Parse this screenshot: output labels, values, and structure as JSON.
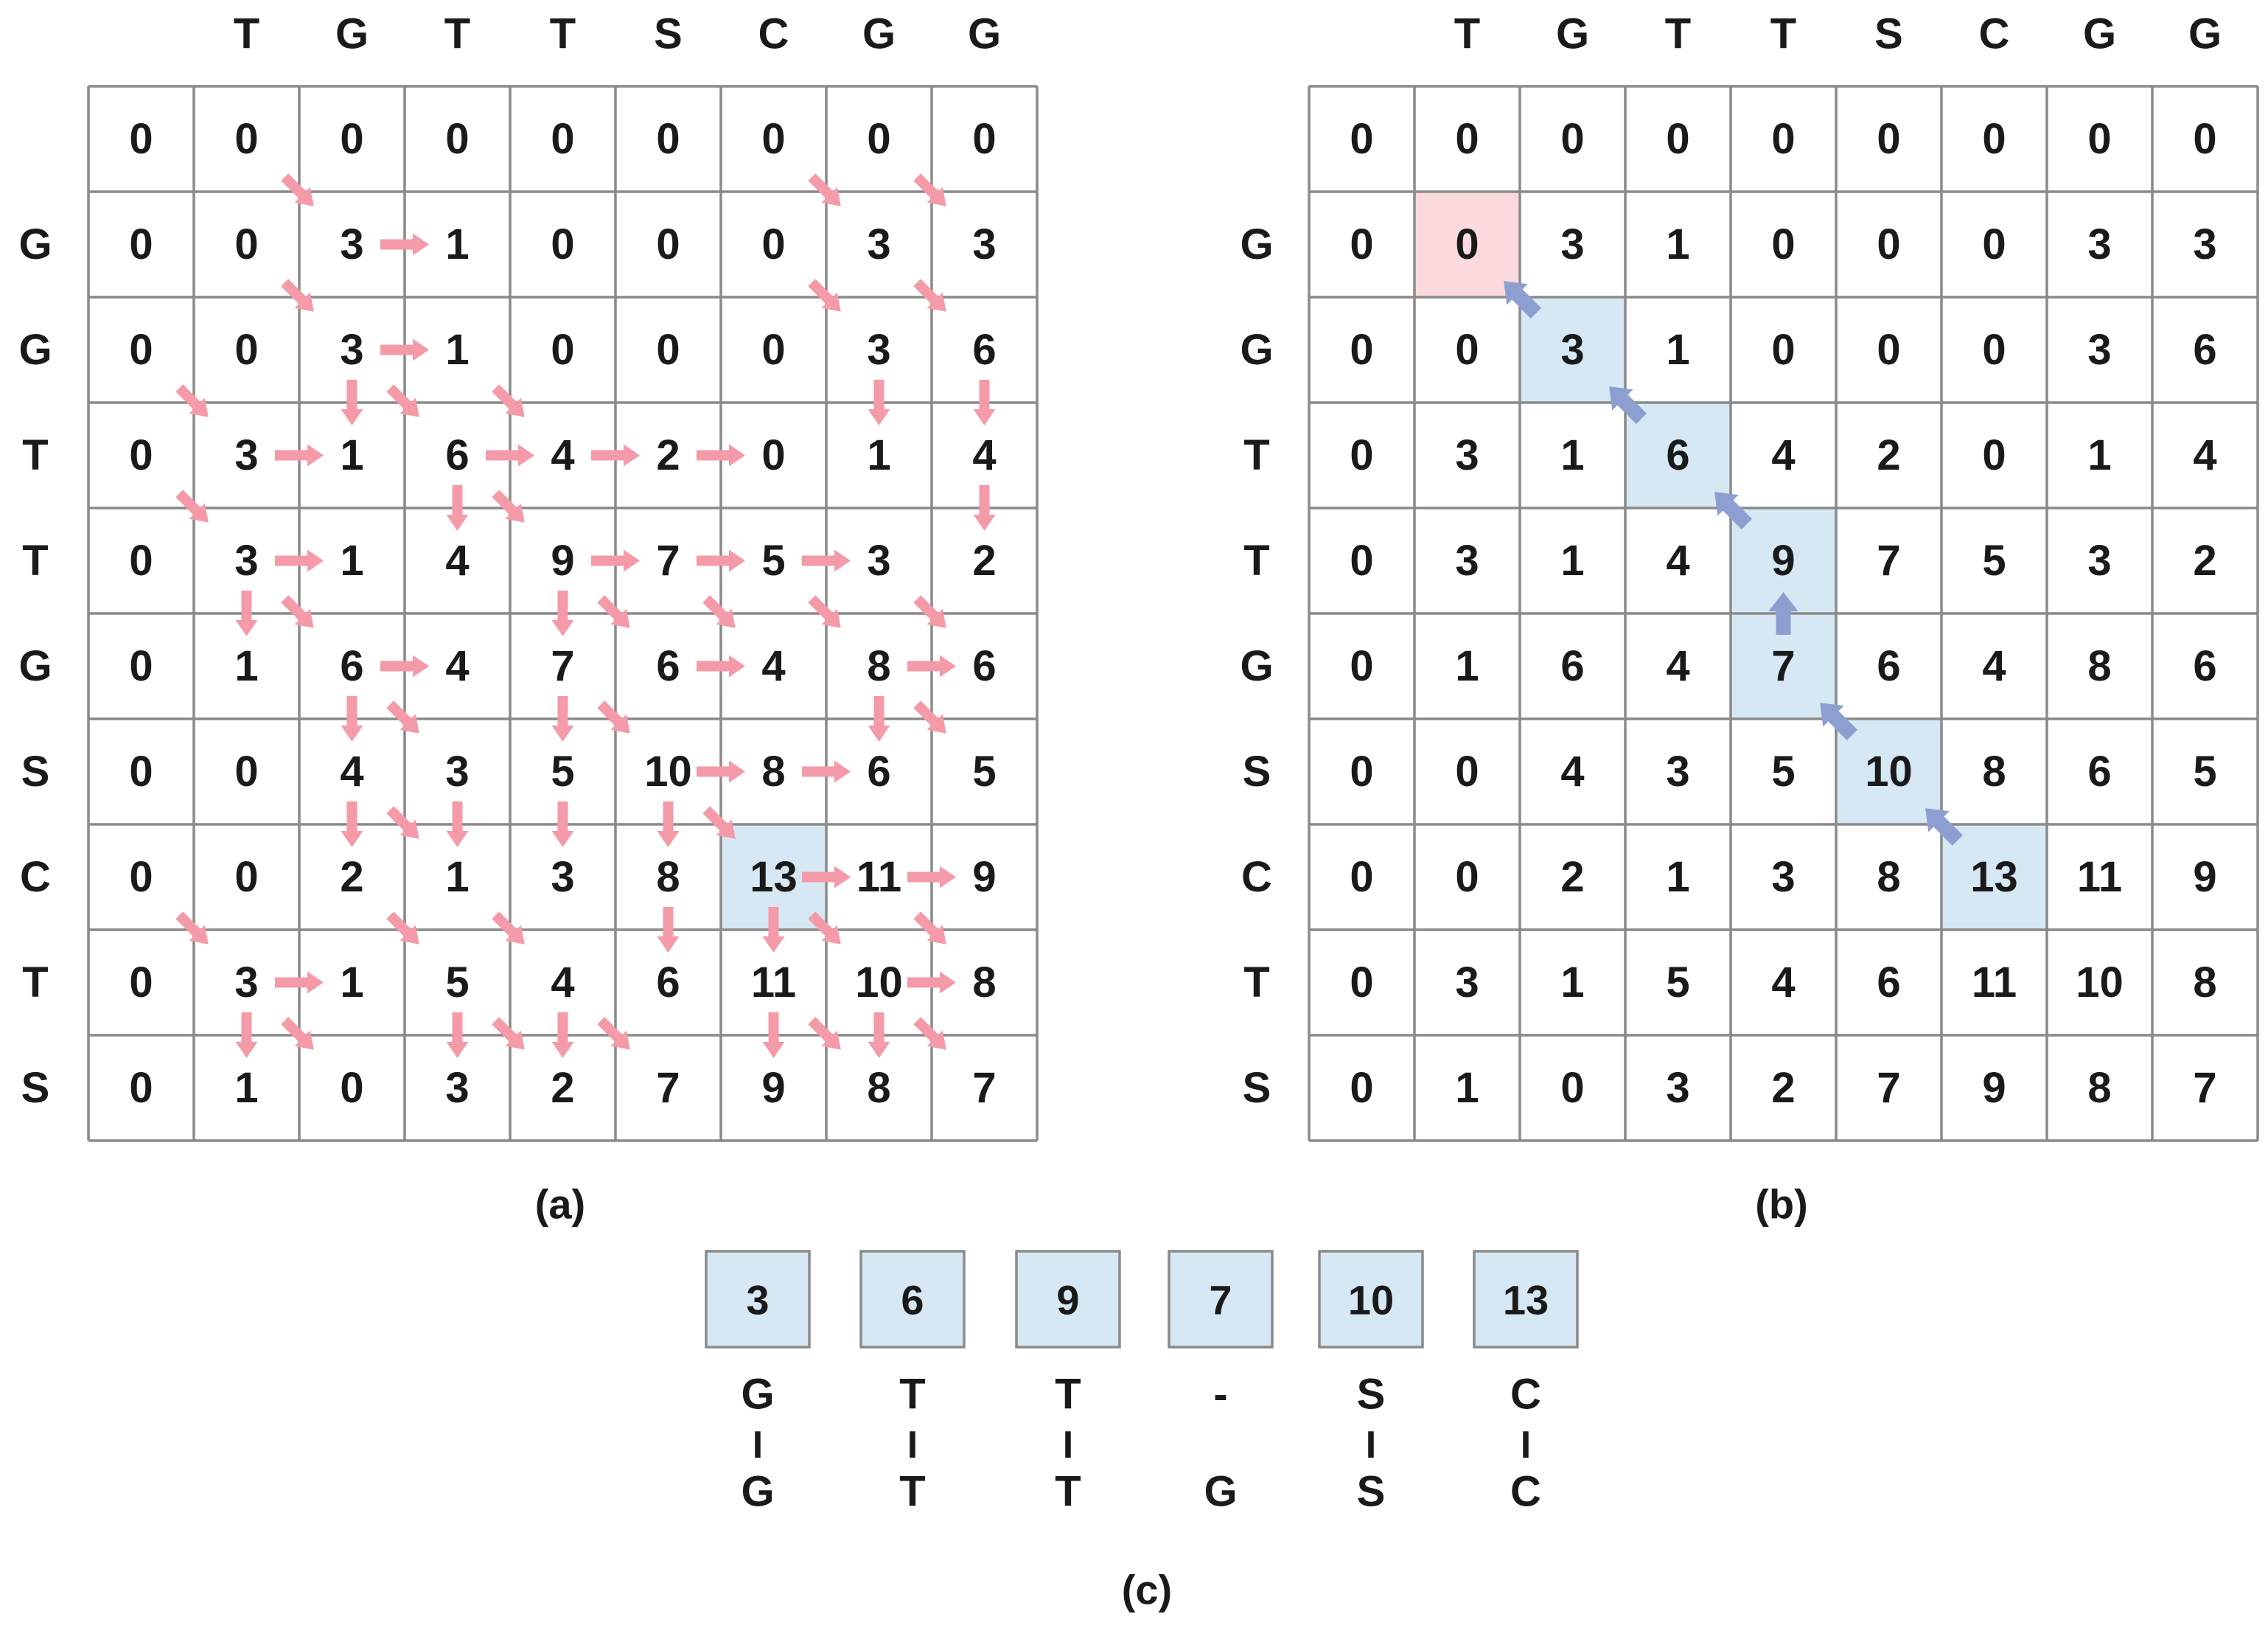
{
  "figure": {
    "panels": [
      {
        "id": "a",
        "caption": "(a)",
        "col_header": [
          "T",
          "G",
          "T",
          "T",
          "S",
          "C",
          "G",
          "G"
        ],
        "row_header": [
          "",
          "G",
          "G",
          "T",
          "T",
          "G",
          "S",
          "C",
          "T",
          "S"
        ],
        "matrix": [
          [
            0,
            0,
            0,
            0,
            0,
            0,
            0,
            0,
            0
          ],
          [
            0,
            0,
            3,
            1,
            0,
            0,
            0,
            3,
            3
          ],
          [
            0,
            0,
            3,
            1,
            0,
            0,
            0,
            3,
            6
          ],
          [
            0,
            3,
            1,
            6,
            4,
            2,
            0,
            1,
            4
          ],
          [
            0,
            3,
            1,
            4,
            9,
            7,
            5,
            3,
            2
          ],
          [
            0,
            1,
            6,
            4,
            7,
            6,
            4,
            8,
            6
          ],
          [
            0,
            0,
            4,
            3,
            5,
            10,
            8,
            6,
            5
          ],
          [
            0,
            0,
            2,
            1,
            3,
            8,
            13,
            11,
            9
          ],
          [
            0,
            3,
            1,
            5,
            4,
            6,
            11,
            10,
            8
          ],
          [
            0,
            1,
            0,
            3,
            2,
            7,
            9,
            8,
            7
          ]
        ],
        "highlight_cells": [
          [
            7,
            6
          ]
        ],
        "highlight_color": "#d6e8f4",
        "arrow_color": "#f49aa8",
        "traceback_arrows": [
          {
            "cell": [
              1,
              2
            ],
            "dir": "diag"
          },
          {
            "cell": [
              1,
              7
            ],
            "dir": "diag"
          },
          {
            "cell": [
              1,
              8
            ],
            "dir": "diag"
          },
          {
            "cell": [
              1,
              3
            ],
            "dir": "left"
          },
          {
            "cell": [
              2,
              2
            ],
            "dir": "diag"
          },
          {
            "cell": [
              2,
              7
            ],
            "dir": "diag"
          },
          {
            "cell": [
              2,
              8
            ],
            "dir": "diag"
          },
          {
            "cell": [
              2,
              3
            ],
            "dir": "left"
          },
          {
            "cell": [
              3,
              1
            ],
            "dir": "diag"
          },
          {
            "cell": [
              3,
              3
            ],
            "dir": "diag"
          },
          {
            "cell": [
              3,
              4
            ],
            "dir": "diag"
          },
          {
            "cell": [
              3,
              2
            ],
            "dir": "up"
          },
          {
            "cell": [
              3,
              7
            ],
            "dir": "up"
          },
          {
            "cell": [
              3,
              8
            ],
            "dir": "up"
          },
          {
            "cell": [
              3,
              2
            ],
            "dir": "left"
          },
          {
            "cell": [
              3,
              4
            ],
            "dir": "left"
          },
          {
            "cell": [
              3,
              5
            ],
            "dir": "left"
          },
          {
            "cell": [
              3,
              6
            ],
            "dir": "left"
          },
          {
            "cell": [
              4,
              1
            ],
            "dir": "diag"
          },
          {
            "cell": [
              4,
              4
            ],
            "dir": "diag"
          },
          {
            "cell": [
              4,
              3
            ],
            "dir": "up"
          },
          {
            "cell": [
              4,
              8
            ],
            "dir": "up"
          },
          {
            "cell": [
              4,
              2
            ],
            "dir": "left"
          },
          {
            "cell": [
              4,
              5
            ],
            "dir": "left"
          },
          {
            "cell": [
              4,
              6
            ],
            "dir": "left"
          },
          {
            "cell": [
              4,
              7
            ],
            "dir": "left"
          },
          {
            "cell": [
              5,
              2
            ],
            "dir": "diag"
          },
          {
            "cell": [
              5,
              5
            ],
            "dir": "diag"
          },
          {
            "cell": [
              5,
              6
            ],
            "dir": "diag"
          },
          {
            "cell": [
              5,
              7
            ],
            "dir": "diag"
          },
          {
            "cell": [
              5,
              8
            ],
            "dir": "diag"
          },
          {
            "cell": [
              5,
              1
            ],
            "dir": "up"
          },
          {
            "cell": [
              5,
              4
            ],
            "dir": "up"
          },
          {
            "cell": [
              5,
              3
            ],
            "dir": "left"
          },
          {
            "cell": [
              5,
              6
            ],
            "dir": "left"
          },
          {
            "cell": [
              5,
              8
            ],
            "dir": "left"
          },
          {
            "cell": [
              6,
              3
            ],
            "dir": "diag"
          },
          {
            "cell": [
              6,
              5
            ],
            "dir": "diag"
          },
          {
            "cell": [
              6,
              8
            ],
            "dir": "diag"
          },
          {
            "cell": [
              6,
              2
            ],
            "dir": "up"
          },
          {
            "cell": [
              6,
              4
            ],
            "dir": "up"
          },
          {
            "cell": [
              6,
              7
            ],
            "dir": "up"
          },
          {
            "cell": [
              6,
              6
            ],
            "dir": "left"
          },
          {
            "cell": [
              6,
              7
            ],
            "dir": "left"
          },
          {
            "cell": [
              7,
              3
            ],
            "dir": "diag"
          },
          {
            "cell": [
              7,
              6
            ],
            "dir": "diag"
          },
          {
            "cell": [
              7,
              2
            ],
            "dir": "up"
          },
          {
            "cell": [
              7,
              3
            ],
            "dir": "up"
          },
          {
            "cell": [
              7,
              4
            ],
            "dir": "up"
          },
          {
            "cell": [
              7,
              5
            ],
            "dir": "up"
          },
          {
            "cell": [
              7,
              7
            ],
            "dir": "left"
          },
          {
            "cell": [
              7,
              8
            ],
            "dir": "left"
          },
          {
            "cell": [
              8,
              1
            ],
            "dir": "diag"
          },
          {
            "cell": [
              8,
              3
            ],
            "dir": "diag"
          },
          {
            "cell": [
              8,
              4
            ],
            "dir": "diag"
          },
          {
            "cell": [
              8,
              7
            ],
            "dir": "diag"
          },
          {
            "cell": [
              8,
              8
            ],
            "dir": "diag"
          },
          {
            "cell": [
              8,
              5
            ],
            "dir": "up"
          },
          {
            "cell": [
              8,
              6
            ],
            "dir": "up"
          },
          {
            "cell": [
              8,
              2
            ],
            "dir": "left"
          },
          {
            "cell": [
              8,
              8
            ],
            "dir": "left"
          },
          {
            "cell": [
              9,
              2
            ],
            "dir": "diag"
          },
          {
            "cell": [
              9,
              4
            ],
            "dir": "diag"
          },
          {
            "cell": [
              9,
              5
            ],
            "dir": "diag"
          },
          {
            "cell": [
              9,
              7
            ],
            "dir": "diag"
          },
          {
            "cell": [
              9,
              8
            ],
            "dir": "diag"
          },
          {
            "cell": [
              9,
              1
            ],
            "dir": "up"
          },
          {
            "cell": [
              9,
              3
            ],
            "dir": "up"
          },
          {
            "cell": [
              9,
              4
            ],
            "dir": "up"
          },
          {
            "cell": [
              9,
              6
            ],
            "dir": "up"
          },
          {
            "cell": [
              9,
              7
            ],
            "dir": "up"
          }
        ]
      },
      {
        "id": "b",
        "caption": "(b)",
        "col_header": [
          "T",
          "G",
          "T",
          "T",
          "S",
          "C",
          "G",
          "G"
        ],
        "row_header": [
          "",
          "G",
          "G",
          "T",
          "T",
          "G",
          "S",
          "C",
          "T",
          "S"
        ],
        "matrix": [
          [
            0,
            0,
            0,
            0,
            0,
            0,
            0,
            0,
            0
          ],
          [
            0,
            0,
            3,
            1,
            0,
            0,
            0,
            3,
            3
          ],
          [
            0,
            0,
            3,
            1,
            0,
            0,
            0,
            3,
            6
          ],
          [
            0,
            3,
            1,
            6,
            4,
            2,
            0,
            1,
            4
          ],
          [
            0,
            3,
            1,
            4,
            9,
            7,
            5,
            3,
            2
          ],
          [
            0,
            1,
            6,
            4,
            7,
            6,
            4,
            8,
            6
          ],
          [
            0,
            0,
            4,
            3,
            5,
            10,
            8,
            6,
            5
          ],
          [
            0,
            0,
            2,
            1,
            3,
            8,
            13,
            11,
            9
          ],
          [
            0,
            3,
            1,
            5,
            4,
            6,
            11,
            10,
            8
          ],
          [
            0,
            1,
            0,
            3,
            2,
            7,
            9,
            8,
            7
          ]
        ],
        "path_cells": [
          [
            2,
            2
          ],
          [
            3,
            3
          ],
          [
            4,
            4
          ],
          [
            5,
            4
          ],
          [
            6,
            5
          ],
          [
            7,
            6
          ]
        ],
        "end_cell": [
          1,
          1
        ],
        "path_color": "#d6e8f4",
        "end_color": "#fadadd",
        "arrow_color": "#8c9fd0",
        "traceback_arrows": [
          {
            "cell": [
              2,
              2
            ],
            "dir": "diag"
          },
          {
            "cell": [
              3,
              3
            ],
            "dir": "diag"
          },
          {
            "cell": [
              4,
              4
            ],
            "dir": "diag"
          },
          {
            "cell": [
              5,
              4
            ],
            "dir": "up"
          },
          {
            "cell": [
              6,
              5
            ],
            "dir": "diag"
          },
          {
            "cell": [
              7,
              6
            ],
            "dir": "diag"
          }
        ]
      }
    ],
    "alignment": {
      "caption": "(c)",
      "box_color": "#d6e8f4",
      "columns": [
        {
          "score": "3",
          "top": "G",
          "bar": "I",
          "bottom": "G"
        },
        {
          "score": "6",
          "top": "T",
          "bar": "I",
          "bottom": "T"
        },
        {
          "score": "9",
          "top": "T",
          "bar": "I",
          "bottom": "T"
        },
        {
          "score": "7",
          "top": "-",
          "bar": "",
          "bottom": "G"
        },
        {
          "score": "10",
          "top": "S",
          "bar": "I",
          "bottom": "S"
        },
        {
          "score": "13",
          "top": "C",
          "bar": "I",
          "bottom": "C"
        }
      ]
    }
  }
}
